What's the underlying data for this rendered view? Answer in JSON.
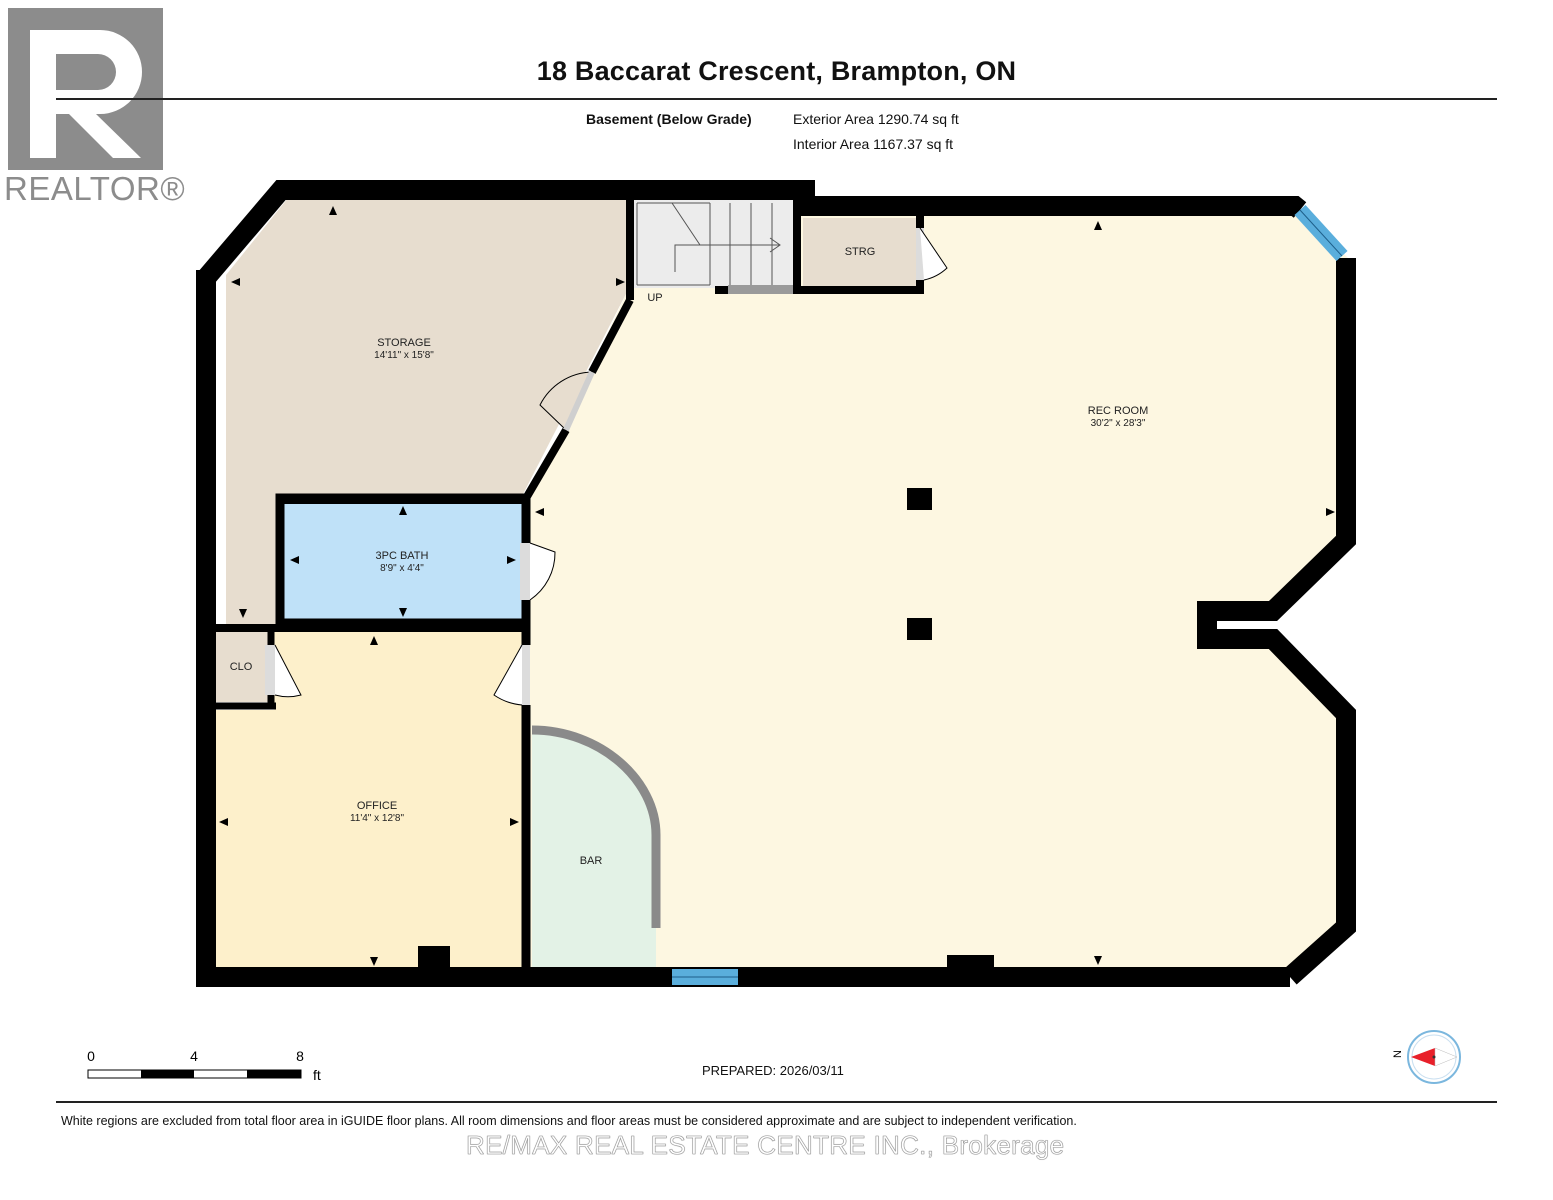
{
  "header": {
    "title": "18 Baccarat Crescent, Brampton, ON",
    "floor_label": "Basement (Below Grade)",
    "exterior_area": "Exterior Area 1290.74 sq ft",
    "interior_area": "Interior Area 1167.37 sq ft"
  },
  "logo": {
    "text": "REALTOR®",
    "icon": "realtor-r-logo"
  },
  "rooms": {
    "storage": {
      "name": "STORAGE",
      "dims": "14'11\" x 15'8\""
    },
    "stairs": {
      "label": "UP"
    },
    "strg": {
      "name": "STRG"
    },
    "rec_room": {
      "name": "REC ROOM",
      "dims": "30'2\" x 28'3\""
    },
    "bath": {
      "name": "3PC BATH",
      "dims": "8'9\" x 4'4\""
    },
    "clo": {
      "name": "CLO"
    },
    "office": {
      "name": "OFFICE",
      "dims": "11'4\" x 12'8\""
    },
    "bar": {
      "name": "BAR"
    }
  },
  "scale": {
    "ticks": [
      "0",
      "4",
      "8"
    ],
    "unit": "ft"
  },
  "compass": {
    "label": "N",
    "icon": "compass-icon"
  },
  "footer": {
    "prepared": "PREPARED: 2026/03/11",
    "disclaimer": "White regions are excluded from total floor area in iGUIDE floor plans. All room dimensions and floor areas must be considered approximate and are subject to independent verification.",
    "brokerage": "RE/MAX REAL ESTATE CENTRE INC., Brokerage"
  },
  "colors": {
    "wall": "#000000",
    "storage": "#e7ddcf",
    "rec_room": "#fdf7e1",
    "bath": "#bfe1f8",
    "office": "#fdf0cb",
    "bar": "#e3f2e6",
    "window": "#5aaedc",
    "stairs": "#ececec",
    "compass_arrow": "#e8202a"
  }
}
